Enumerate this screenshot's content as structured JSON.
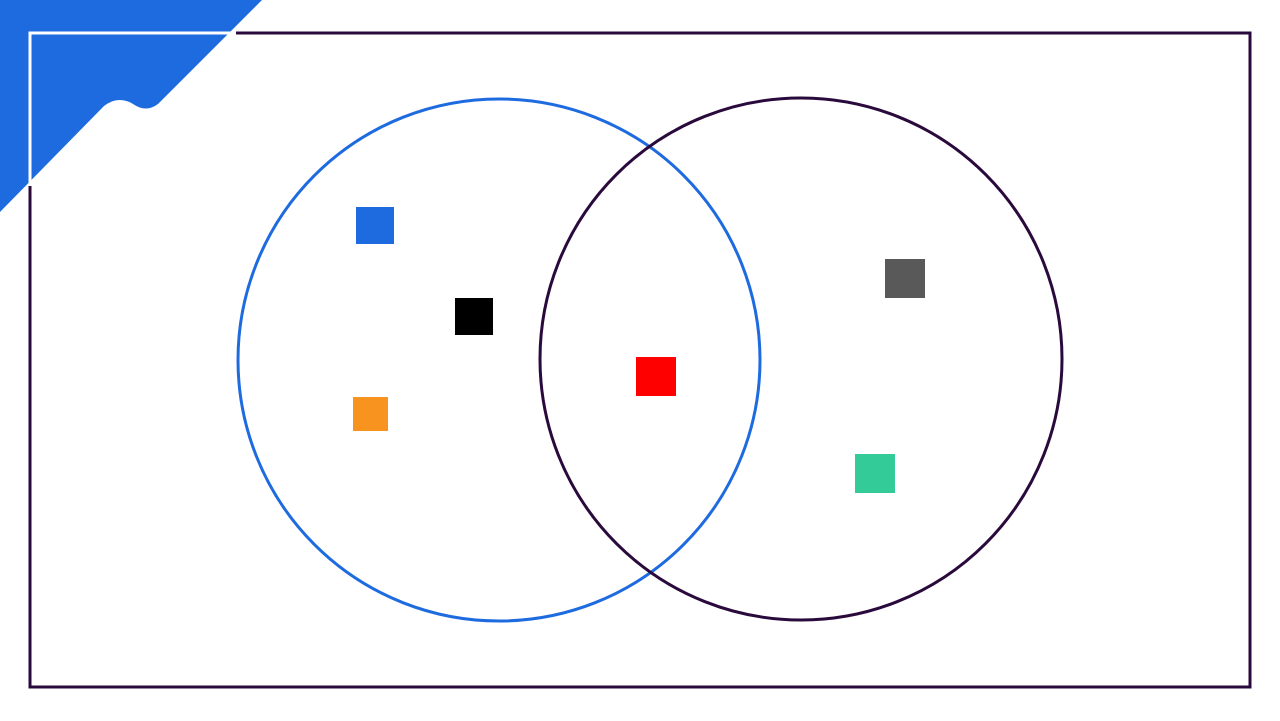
{
  "colors": {
    "background": "#ffffff",
    "accent_blue": "#1e6be0",
    "frame": "#2a0a3c",
    "left_circle": "#1e6be0",
    "right_circle": "#2a0a3c"
  },
  "decorations": {
    "corner_banner": {
      "icon": "corner-banner-icon",
      "color": "#1e6be0"
    }
  },
  "venn": {
    "sets": [
      {
        "id": "left",
        "color": "#1e6be0"
      },
      {
        "id": "right",
        "color": "#2a0a3c"
      }
    ],
    "items": [
      {
        "id": "blue-square",
        "region": "left-only",
        "color": "#1e6be0"
      },
      {
        "id": "black-square",
        "region": "left-only",
        "color": "#000000"
      },
      {
        "id": "orange-square",
        "region": "left-only",
        "color": "#f7931e"
      },
      {
        "id": "red-square",
        "region": "intersection",
        "color": "#ff0000"
      },
      {
        "id": "gray-square",
        "region": "right-only",
        "color": "#595959"
      },
      {
        "id": "green-square",
        "region": "right-only",
        "color": "#33cc99"
      }
    ]
  }
}
